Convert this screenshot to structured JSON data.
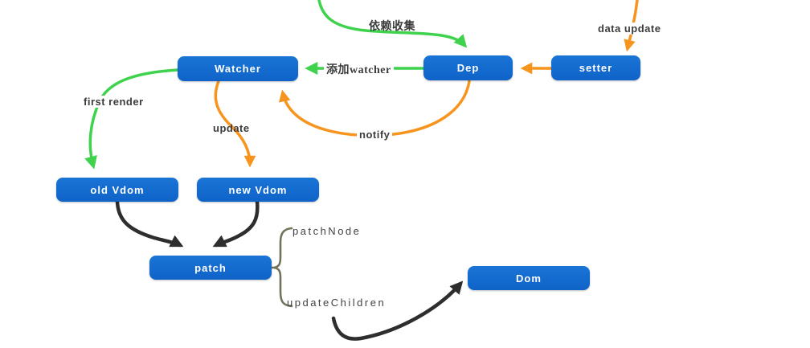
{
  "diagram": {
    "title": "vue reactivity and virtual dom patch flow",
    "nodes": [
      {
        "id": "watcher",
        "label": "Watcher"
      },
      {
        "id": "dep",
        "label": "Dep"
      },
      {
        "id": "setter",
        "label": "setter"
      },
      {
        "id": "old-vdom",
        "label": "old Vdom"
      },
      {
        "id": "new-vdom",
        "label": "new Vdom"
      },
      {
        "id": "patch",
        "label": "patch"
      },
      {
        "id": "dom",
        "label": "Dom"
      }
    ],
    "edge_labels": [
      {
        "id": "dependency-collect",
        "text": "依赖收集"
      },
      {
        "id": "data-update",
        "text": "data update"
      },
      {
        "id": "add-watcher",
        "text": "添加watcher"
      },
      {
        "id": "first-render",
        "text": "first render"
      },
      {
        "id": "update",
        "text": "update"
      },
      {
        "id": "notify",
        "text": "notify"
      },
      {
        "id": "patch-node",
        "text": "patchNode"
      },
      {
        "id": "update-children",
        "text": "updateChildren"
      }
    ],
    "colors": {
      "node_blue": "#1268cc",
      "arrow_green": "#3fd24d",
      "arrow_orange": "#f7941e",
      "arrow_dark": "#2e2e2e",
      "brace": "#73735c",
      "label_text": "#3c3c3c",
      "background": "#ffffff"
    }
  }
}
